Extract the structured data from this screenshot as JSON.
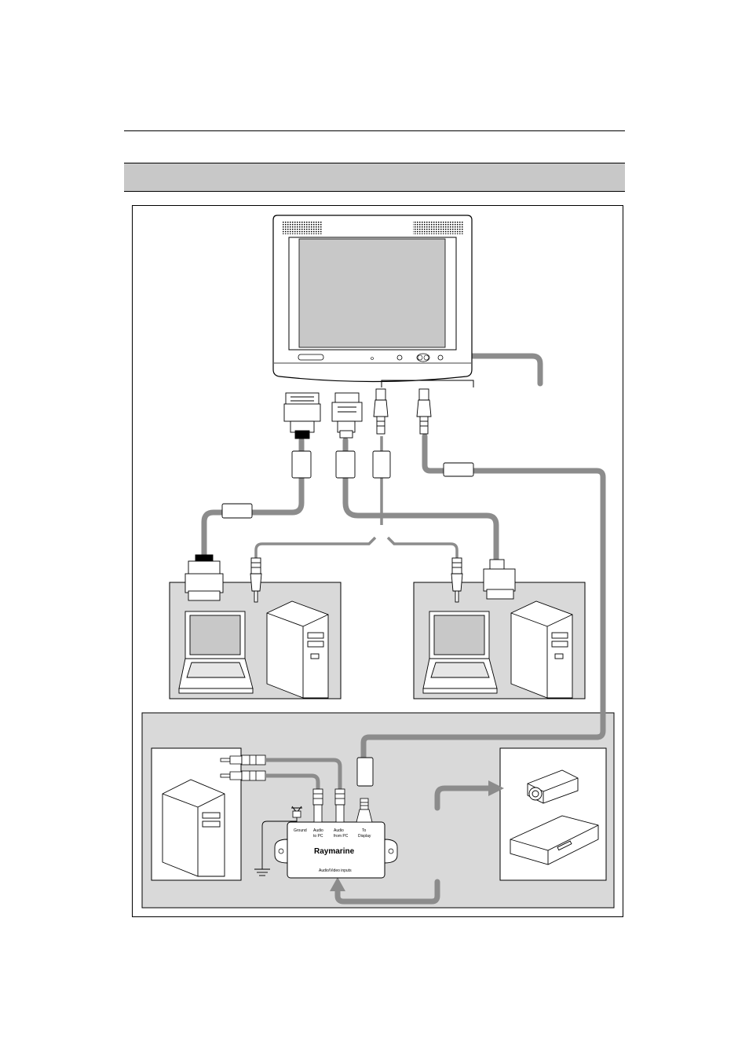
{
  "interface_box": {
    "labels": {
      "ground": "Ground",
      "audio_to_pc_1": "Audio",
      "audio_to_pc_2": "to PC",
      "audio_from_pc_1": "Audio",
      "audio_from_pc_2": "from PC",
      "to_display_1": "To",
      "to_display_2": "Display"
    },
    "brand": "Raymarine",
    "caption": "Audio/Video inputs"
  },
  "colors": {
    "cable": "#8c8c8c",
    "panel": "#d9d9d9",
    "screen": "#c8c8c8",
    "outline": "#000000"
  },
  "icons": [
    "display-monitor-icon",
    "dvi-connector-icon",
    "vga-connector-icon",
    "audio-jack-icon",
    "svideo-plug-icon",
    "laptop-icon",
    "pc-tower-icon",
    "camera-icon",
    "dvd-player-icon",
    "ground-symbol-icon",
    "ferrite-core-icon",
    "arrow-icon"
  ]
}
